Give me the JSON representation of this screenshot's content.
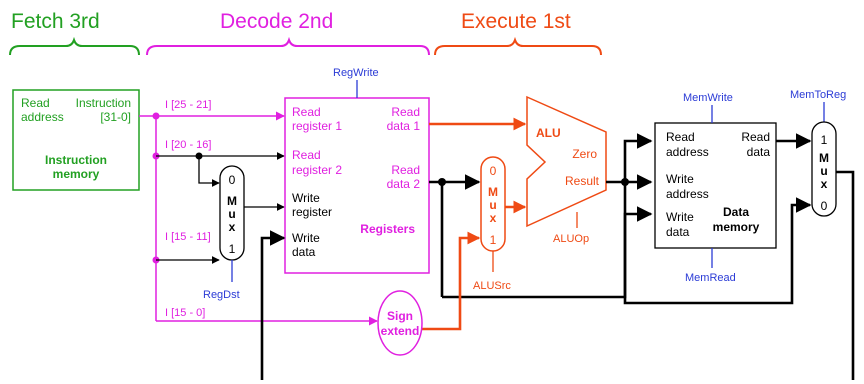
{
  "stages": {
    "fetch": "Fetch 3rd",
    "decode": "Decode 2nd",
    "execute": "Execute 1st"
  },
  "instruction_memory": {
    "read_address": [
      "Read",
      "address"
    ],
    "instruction": [
      "Instruction",
      "[31-0]"
    ],
    "name": [
      "Instruction",
      "memory"
    ]
  },
  "fields": {
    "rs": "I [25 - 21]",
    "rt": "I [20 - 16]",
    "rd": "I [15 - 11]",
    "imm": "I [15 - 0]"
  },
  "registers": {
    "read_reg1": [
      "Read",
      "register 1"
    ],
    "read_reg2": [
      "Read",
      "register 2"
    ],
    "write_reg": [
      "Write",
      "register"
    ],
    "write_data": [
      "Write",
      "data"
    ],
    "read_data1": [
      "Read",
      "data 1"
    ],
    "read_data2": [
      "Read",
      "data 2"
    ],
    "name": "Registers"
  },
  "mux": {
    "letters": [
      "M",
      "u",
      "x"
    ],
    "in0": "0",
    "in1": "1"
  },
  "sign_extend": [
    "Sign",
    "extend"
  ],
  "alu": {
    "name": "ALU",
    "zero": "Zero",
    "result": "Result"
  },
  "data_memory": {
    "read_address": [
      "Read",
      "address"
    ],
    "write_address": [
      "Write",
      "address"
    ],
    "write_data": [
      "Write",
      "data"
    ],
    "read_data": [
      "Read",
      "data"
    ],
    "name": [
      "Data",
      "memory"
    ]
  },
  "control_signals": {
    "reg_write": "RegWrite",
    "reg_dst": "RegDst",
    "alu_src": "ALUSrc",
    "alu_op": "ALUOp",
    "mem_write": "MemWrite",
    "mem_read": "MemRead",
    "mem_to_reg": "MemToReg"
  },
  "colors": {
    "fetch": "#22a022",
    "decode": "#e020e0",
    "execute": "#ef4a14",
    "control": "#2b3bd6",
    "wire": "#000000"
  }
}
